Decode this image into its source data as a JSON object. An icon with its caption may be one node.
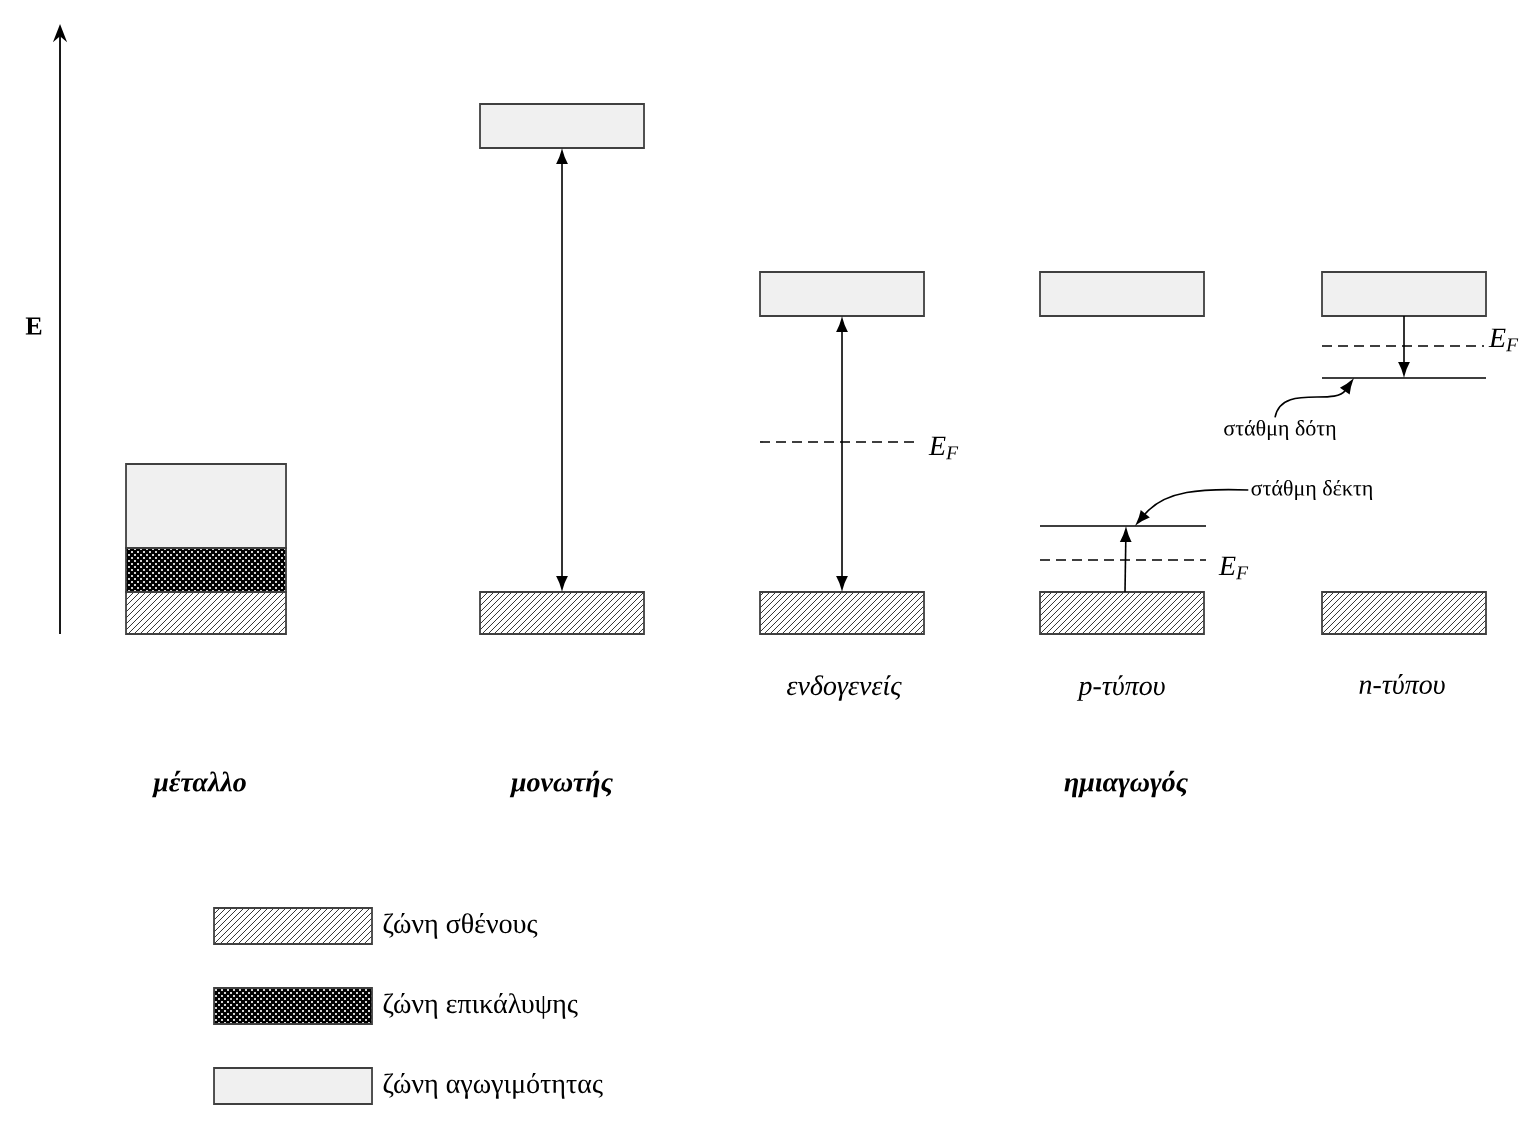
{
  "diagram": {
    "nodes": [
      {
        "text": [],
        "shape": "box"
      },
      {
        "text": [],
        "shape": "box"
      },
      {
        "text": [],
        "shape": "box"
      },
      {
        "text": [],
        "shape": "box"
      },
      {
        "text": [],
        "shape": "box"
      },
      {
        "text": [],
        "shape": "box"
      },
      {
        "text": [],
        "shape": "box"
      },
      {
        "text": [],
        "shape": "box"
      },
      {
        "text": [],
        "shape": "line"
      },
      {
        "text": [],
        "shape": "box"
      },
      {
        "text": [],
        "shape": "box"
      },
      {
        "text": [],
        "shape": "line"
      },
      {
        "text": [],
        "shape": "box"
      },
      {
        "text": [
          "στάθμη δότη"
        ]
      },
      {
        "text": [
          "στάθμη δέκτη"
        ]
      }
    ],
    "edges": [
      {
        "from": 3,
        "to": 4,
        "arrow": "both"
      },
      {
        "from": 5,
        "to": 6,
        "arrow": "both"
      },
      {
        "from": 9,
        "to": 8,
        "arrow": "to"
      },
      {
        "from": 10,
        "to": 11,
        "arrow": "to"
      },
      {
        "from": 13,
        "to": 11,
        "arrow": "to"
      },
      {
        "from": 14,
        "to": 8,
        "arrow": "to"
      }
    ],
    "labels": [
      "E",
      "E$_{F}$",
      "E$_{F}$",
      "E$_{F}$",
      "ενδογενείς",
      "p-τύπου",
      "n-τύπου",
      "μέταλλο",
      "μονωτής",
      "ημιαγωγός"
    ],
    "legend": [
      {
        "text": "ζώνη σθένους"
      },
      {
        "text": "ζώνη επικάλυψης"
      },
      {
        "text": "ζώνη αγωγιμότητας",
        "color": "#f0f0f0"
      }
    ]
  }
}
